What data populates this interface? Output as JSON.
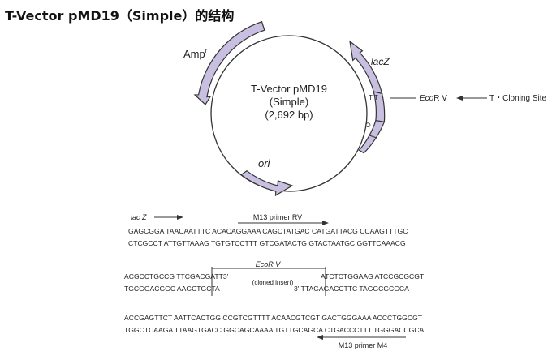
{
  "title": "T-Vector pMD19（Simple）的结构",
  "plasmid": {
    "name": "T-Vector pMD19",
    "variant": "(Simple)",
    "size": "(2,692 bp)",
    "features": {
      "amp": "Amp",
      "amp_sup": "r",
      "lacz": "lacZ",
      "ori": "ori",
      "ecorv": "Eco",
      "ecorv_suffix": "R V",
      "t_site": "T・Cloning Site",
      "tt": "T T",
      "o": "O"
    }
  },
  "sequence": {
    "labels": {
      "lacz": "lac Z",
      "m13_rv": "M13 primer RV",
      "ecorv": "EcoR V",
      "insert": "(cloned insert)",
      "m13_m4": "M13 primer M4"
    },
    "block1": {
      "top": "GAGCGGA TAACAATTTC ACACAGGAAA CAGCTATGAC CATGATTACG CCAAGTTTGC",
      "bottom": "CTCGCCT ATTGTTAAAG TGTGTCCTTT GTCGATACTG GTACTAATGC GGTTCAAACG"
    },
    "block2": {
      "top_left": "ACGCCTGCCG TTCGACGATT3'",
      "top_right": "ATCTCTGGAAG ATCCGCGCGT",
      "bottom_left": "TGCGGACGGC AAGCTGCTA",
      "bottom_right": "3'  TTAGAGACCTTC TAGGCGCGCA"
    },
    "block3": {
      "top": "ACCGAGTTCT AATTCACTGG CCGTCGTTTT ACAACGTCGT GACTGGGAAA ACCCTGGCGT",
      "bottom": "TGGCTCAAGA TTAAGTGACC GGCAGCAAAA TGTTGCAGCA CTGACCCTTT TGGGACCGCA"
    }
  },
  "colors": {
    "segment_fill": "#c9bfe0",
    "segment_stroke": "#333333",
    "line": "#333333"
  }
}
